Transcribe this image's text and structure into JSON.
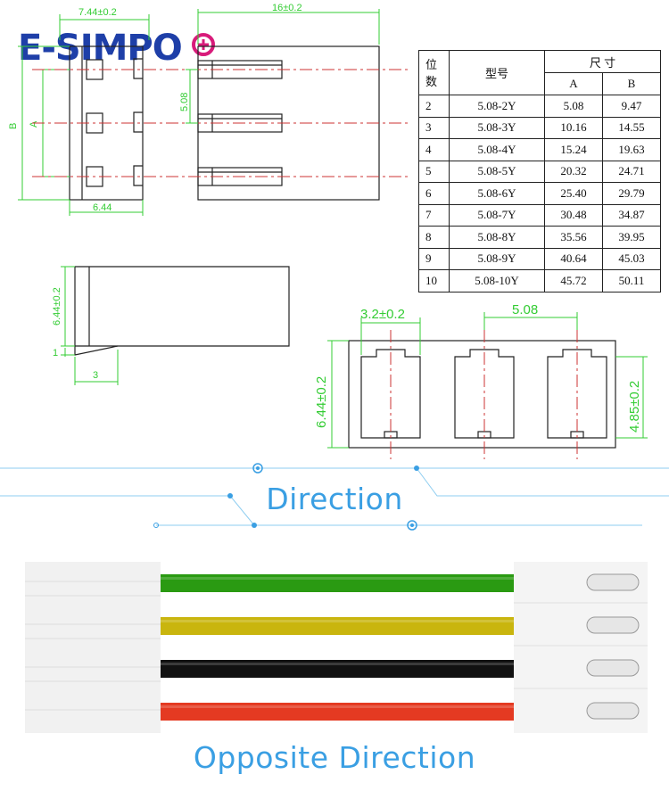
{
  "brand": {
    "logo_text": "E-SIMPO",
    "colors": {
      "blue": "#1e3fa8",
      "magenta": "#d81b7a"
    }
  },
  "dimensions": {
    "top_width": "7.44±0.2",
    "body_length": "16±0.2",
    "height_b": "B",
    "height_a": "A",
    "pitch_side": "5.08",
    "depth": "6.44",
    "profile_height": "6.44±0.2",
    "profile_step": "1",
    "profile_width": "3",
    "slot_width": "3.2±0.2",
    "pitch": "5.08",
    "face_height": "6.44±0.2",
    "slot_height": "4.85±0.2"
  },
  "table": {
    "col_pos": "位数",
    "col_model": "型号",
    "col_size": "尺  寸",
    "col_a": "A",
    "col_b": "B",
    "rows": [
      {
        "n": "2",
        "model": "5.08-2Y",
        "a": "5.08",
        "b": "9.47"
      },
      {
        "n": "3",
        "model": "5.08-3Y",
        "a": "10.16",
        "b": "14.55"
      },
      {
        "n": "4",
        "model": "5.08-4Y",
        "a": "15.24",
        "b": "19.63"
      },
      {
        "n": "5",
        "model": "5.08-5Y",
        "a": "20.32",
        "b": "24.71"
      },
      {
        "n": "6",
        "model": "5.08-6Y",
        "a": "25.40",
        "b": "29.79"
      },
      {
        "n": "7",
        "model": "5.08-7Y",
        "a": "30.48",
        "b": "34.87"
      },
      {
        "n": "8",
        "model": "5.08-8Y",
        "a": "35.56",
        "b": "39.95"
      },
      {
        "n": "9",
        "model": "5.08-9Y",
        "a": "40.64",
        "b": "45.03"
      },
      {
        "n": "10",
        "model": "5.08-10Y",
        "a": "45.72",
        "b": "50.11"
      }
    ]
  },
  "captions": {
    "direction": "Direction",
    "opposite": "Opposite Direction"
  },
  "wires": [
    {
      "color_name": "green",
      "hex": "#2a9a12"
    },
    {
      "color_name": "yellow",
      "hex": "#c9b50e"
    },
    {
      "color_name": "black",
      "hex": "#111111"
    },
    {
      "color_name": "red",
      "hex": "#e43a22"
    }
  ],
  "colors": {
    "dimension": "#33cc33",
    "centerline": "#cc3333",
    "accent": "#3a9fe3"
  }
}
